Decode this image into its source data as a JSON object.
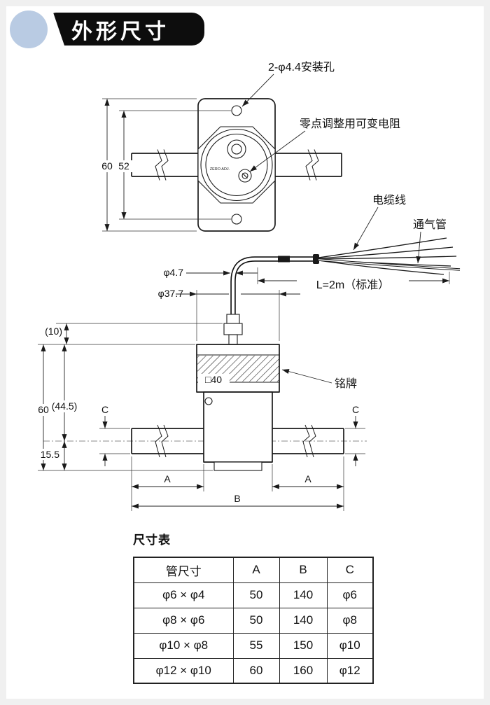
{
  "page": {
    "title": "外形尺寸"
  },
  "colors": {
    "accent": "#b9cbe3",
    "banner": "#0d0d0d",
    "ink": "#1a1a1a"
  },
  "front_view": {
    "label_mounting_holes": "2-φ4.4安装孔",
    "label_zero_adjust": "零点调整用可变电阻",
    "dim_height_outer": "60",
    "dim_height_holes": "52",
    "zero_adj_text": "ZERO ADJ."
  },
  "side_view": {
    "label_cable": "电缆线",
    "label_vent_tube": "通气管",
    "label_cable_length": "L=2m（标准）",
    "label_nameplate": "铭牌",
    "dim_cable_dia": "φ4.7",
    "dim_cap_dia": "φ37.7",
    "dim_neck_height": "(10)",
    "dim_body_height": "60",
    "dim_upper_height": "(44.5)",
    "dim_lower_height": "15.5",
    "dim_pipe_dia_left": "C",
    "dim_pipe_dia_right": "C",
    "dim_body_square": "□40",
    "dim_a_left": "A",
    "dim_a_right": "A",
    "dim_b": "B"
  },
  "table": {
    "title": "尺寸表",
    "headers": [
      "管尺寸",
      "A",
      "B",
      "C"
    ],
    "rows": [
      {
        "size": "φ6 × φ4",
        "a": "50",
        "b": "140",
        "c": "φ6"
      },
      {
        "size": "φ8 × φ6",
        "a": "50",
        "b": "140",
        "c": "φ8"
      },
      {
        "size": "φ10 × φ8",
        "a": "55",
        "b": "150",
        "c": "φ10"
      },
      {
        "size": "φ12 × φ10",
        "a": "60",
        "b": "160",
        "c": "φ12"
      }
    ]
  }
}
